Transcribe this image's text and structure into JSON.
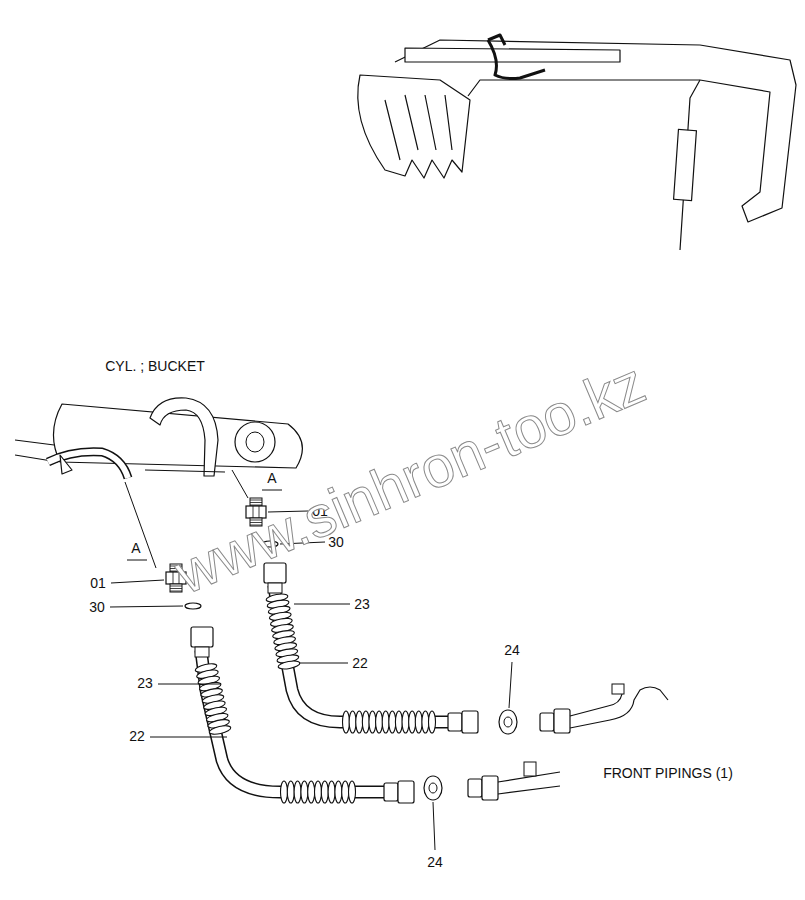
{
  "diagram": {
    "labels": [
      "CYL. ; BUCKET",
      "A",
      "01",
      "30",
      "A",
      "01",
      "30",
      "23",
      "22",
      "24",
      "23",
      "22",
      "FRONT PIPINGS (1)",
      "24",
      "www.sinhron-too.kz"
    ]
  }
}
